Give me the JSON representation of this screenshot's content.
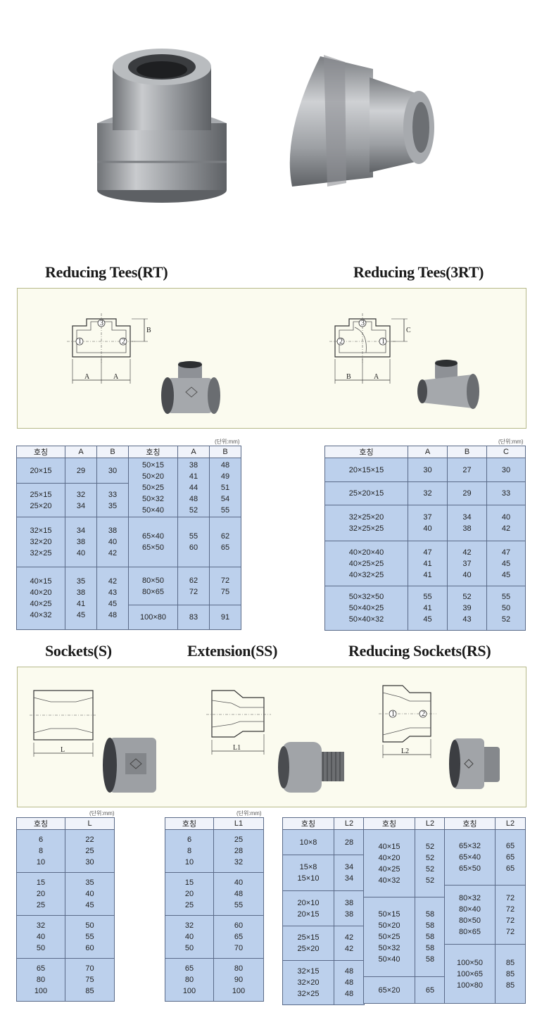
{
  "titles": {
    "rt": "Reducing Tees(RT)",
    "rt3": "Reducing Tees(3RT)",
    "s": "Sockets(S)",
    "ss": "Extension(SS)",
    "rs": "Reducing Sockets(RS)"
  },
  "unit": "(단위:mm)",
  "diagram_labels": {
    "a": "A",
    "b": "B",
    "c": "C",
    "l": "L",
    "l1": "L1",
    "l2": "L2",
    "n1": "1",
    "n2": "2",
    "n3": "3"
  },
  "rt_table": {
    "headers": [
      "호칭",
      "A",
      "B",
      "호칭",
      "A",
      "B"
    ],
    "left": [
      [
        "20×15",
        "29",
        "30"
      ],
      [
        "25×15\n25×20",
        "32\n34",
        "33\n35"
      ],
      [
        "32×15\n32×20\n32×25",
        "34\n38\n40",
        "38\n40\n42"
      ],
      [
        "40×15\n40×20\n40×25\n40×32",
        "35\n38\n41\n45",
        "42\n43\n45\n48"
      ]
    ],
    "right": [
      [
        "50×15\n50×20\n50×25\n50×32\n50×40",
        "38\n41\n44\n48\n52",
        "48\n49\n51\n54\n55"
      ],
      [
        "65×40\n65×50",
        "55\n60",
        "62\n65"
      ],
      [
        "80×50\n80×65",
        "62\n72",
        "72\n75"
      ],
      [
        "100×80",
        "83",
        "91"
      ]
    ]
  },
  "rt3_table": {
    "headers": [
      "호칭",
      "A",
      "B",
      "C"
    ],
    "rows": [
      [
        "20×15×15",
        "30",
        "27",
        "30"
      ],
      [
        "25×20×15",
        "32",
        "29",
        "33"
      ],
      [
        "32×25×20\n32×25×25",
        "37\n40",
        "34\n38",
        "40\n42"
      ],
      [
        "40×20×40\n40×25×25\n40×32×25",
        "47\n41\n41",
        "42\n37\n40",
        "47\n45\n45"
      ],
      [
        "50×32×50\n50×40×25\n50×40×32",
        "55\n41\n45",
        "52\n39\n43",
        "55\n50\n52"
      ]
    ]
  },
  "s_table": {
    "headers": [
      "호칭",
      "L"
    ],
    "rows": [
      [
        "6\n8\n10",
        "22\n25\n30"
      ],
      [
        "15\n20\n25",
        "35\n40\n45"
      ],
      [
        "32\n40\n50",
        "50\n55\n60"
      ],
      [
        "65\n80\n100",
        "70\n75\n85"
      ]
    ]
  },
  "ss_table": {
    "headers": [
      "호칭",
      "L1"
    ],
    "rows": [
      [
        "6\n8\n10",
        "25\n28\n32"
      ],
      [
        "15\n20\n25",
        "40\n48\n55"
      ],
      [
        "32\n40\n50",
        "60\n65\n70"
      ],
      [
        "65\n80\n100",
        "80\n90\n100"
      ]
    ]
  },
  "rs_table": {
    "headers": [
      "호칭",
      "L2",
      "호칭",
      "L2",
      "호칭",
      "L2"
    ],
    "col1": [
      [
        "10×8",
        "28"
      ],
      [
        "15×8\n15×10",
        "34\n34"
      ],
      [
        "20×10\n20×15",
        "38\n38"
      ],
      [
        "25×15\n25×20",
        "42\n42"
      ],
      [
        "32×15\n32×20\n32×25",
        "48\n48\n48"
      ]
    ],
    "col2": [
      [
        "40×15\n40×20\n40×25\n40×32",
        "52\n52\n52\n52"
      ],
      [
        "50×15\n50×20\n50×25\n50×32\n50×40",
        "58\n58\n58\n58\n58"
      ],
      [
        "65×20",
        "65"
      ]
    ],
    "col3": [
      [
        "65×32\n65×40\n65×50",
        "65\n65\n65"
      ],
      [
        "80×32\n80×40\n80×50\n80×65",
        "72\n72\n72\n72"
      ],
      [
        "100×50\n100×65\n100×80",
        "85\n85\n85"
      ]
    ]
  }
}
